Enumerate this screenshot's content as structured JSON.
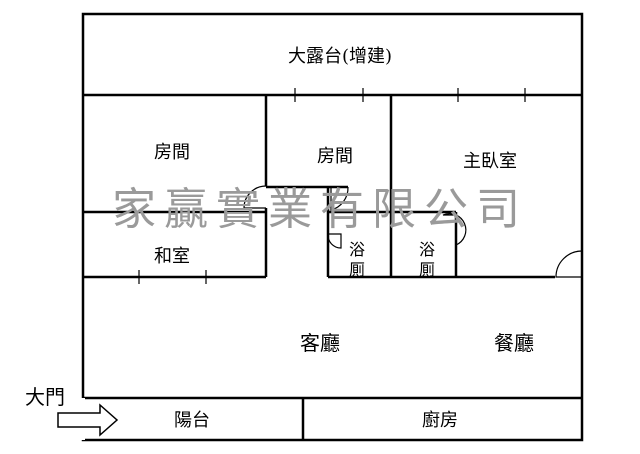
{
  "rooms": {
    "terrace": "大露台(增建)",
    "room_left": "房間",
    "room_middle": "房間",
    "master_bedroom": "主臥室",
    "japanese_room": "和室",
    "bath1_line1": "浴",
    "bath1_line2": "厠",
    "bath2_line1": "浴",
    "bath2_line2": "厠",
    "living_room": "客廳",
    "dining_room": "餐廳",
    "balcony": "陽台",
    "kitchen": "廚房"
  },
  "entrance": "大門",
  "watermark": "家贏實業有限公司"
}
